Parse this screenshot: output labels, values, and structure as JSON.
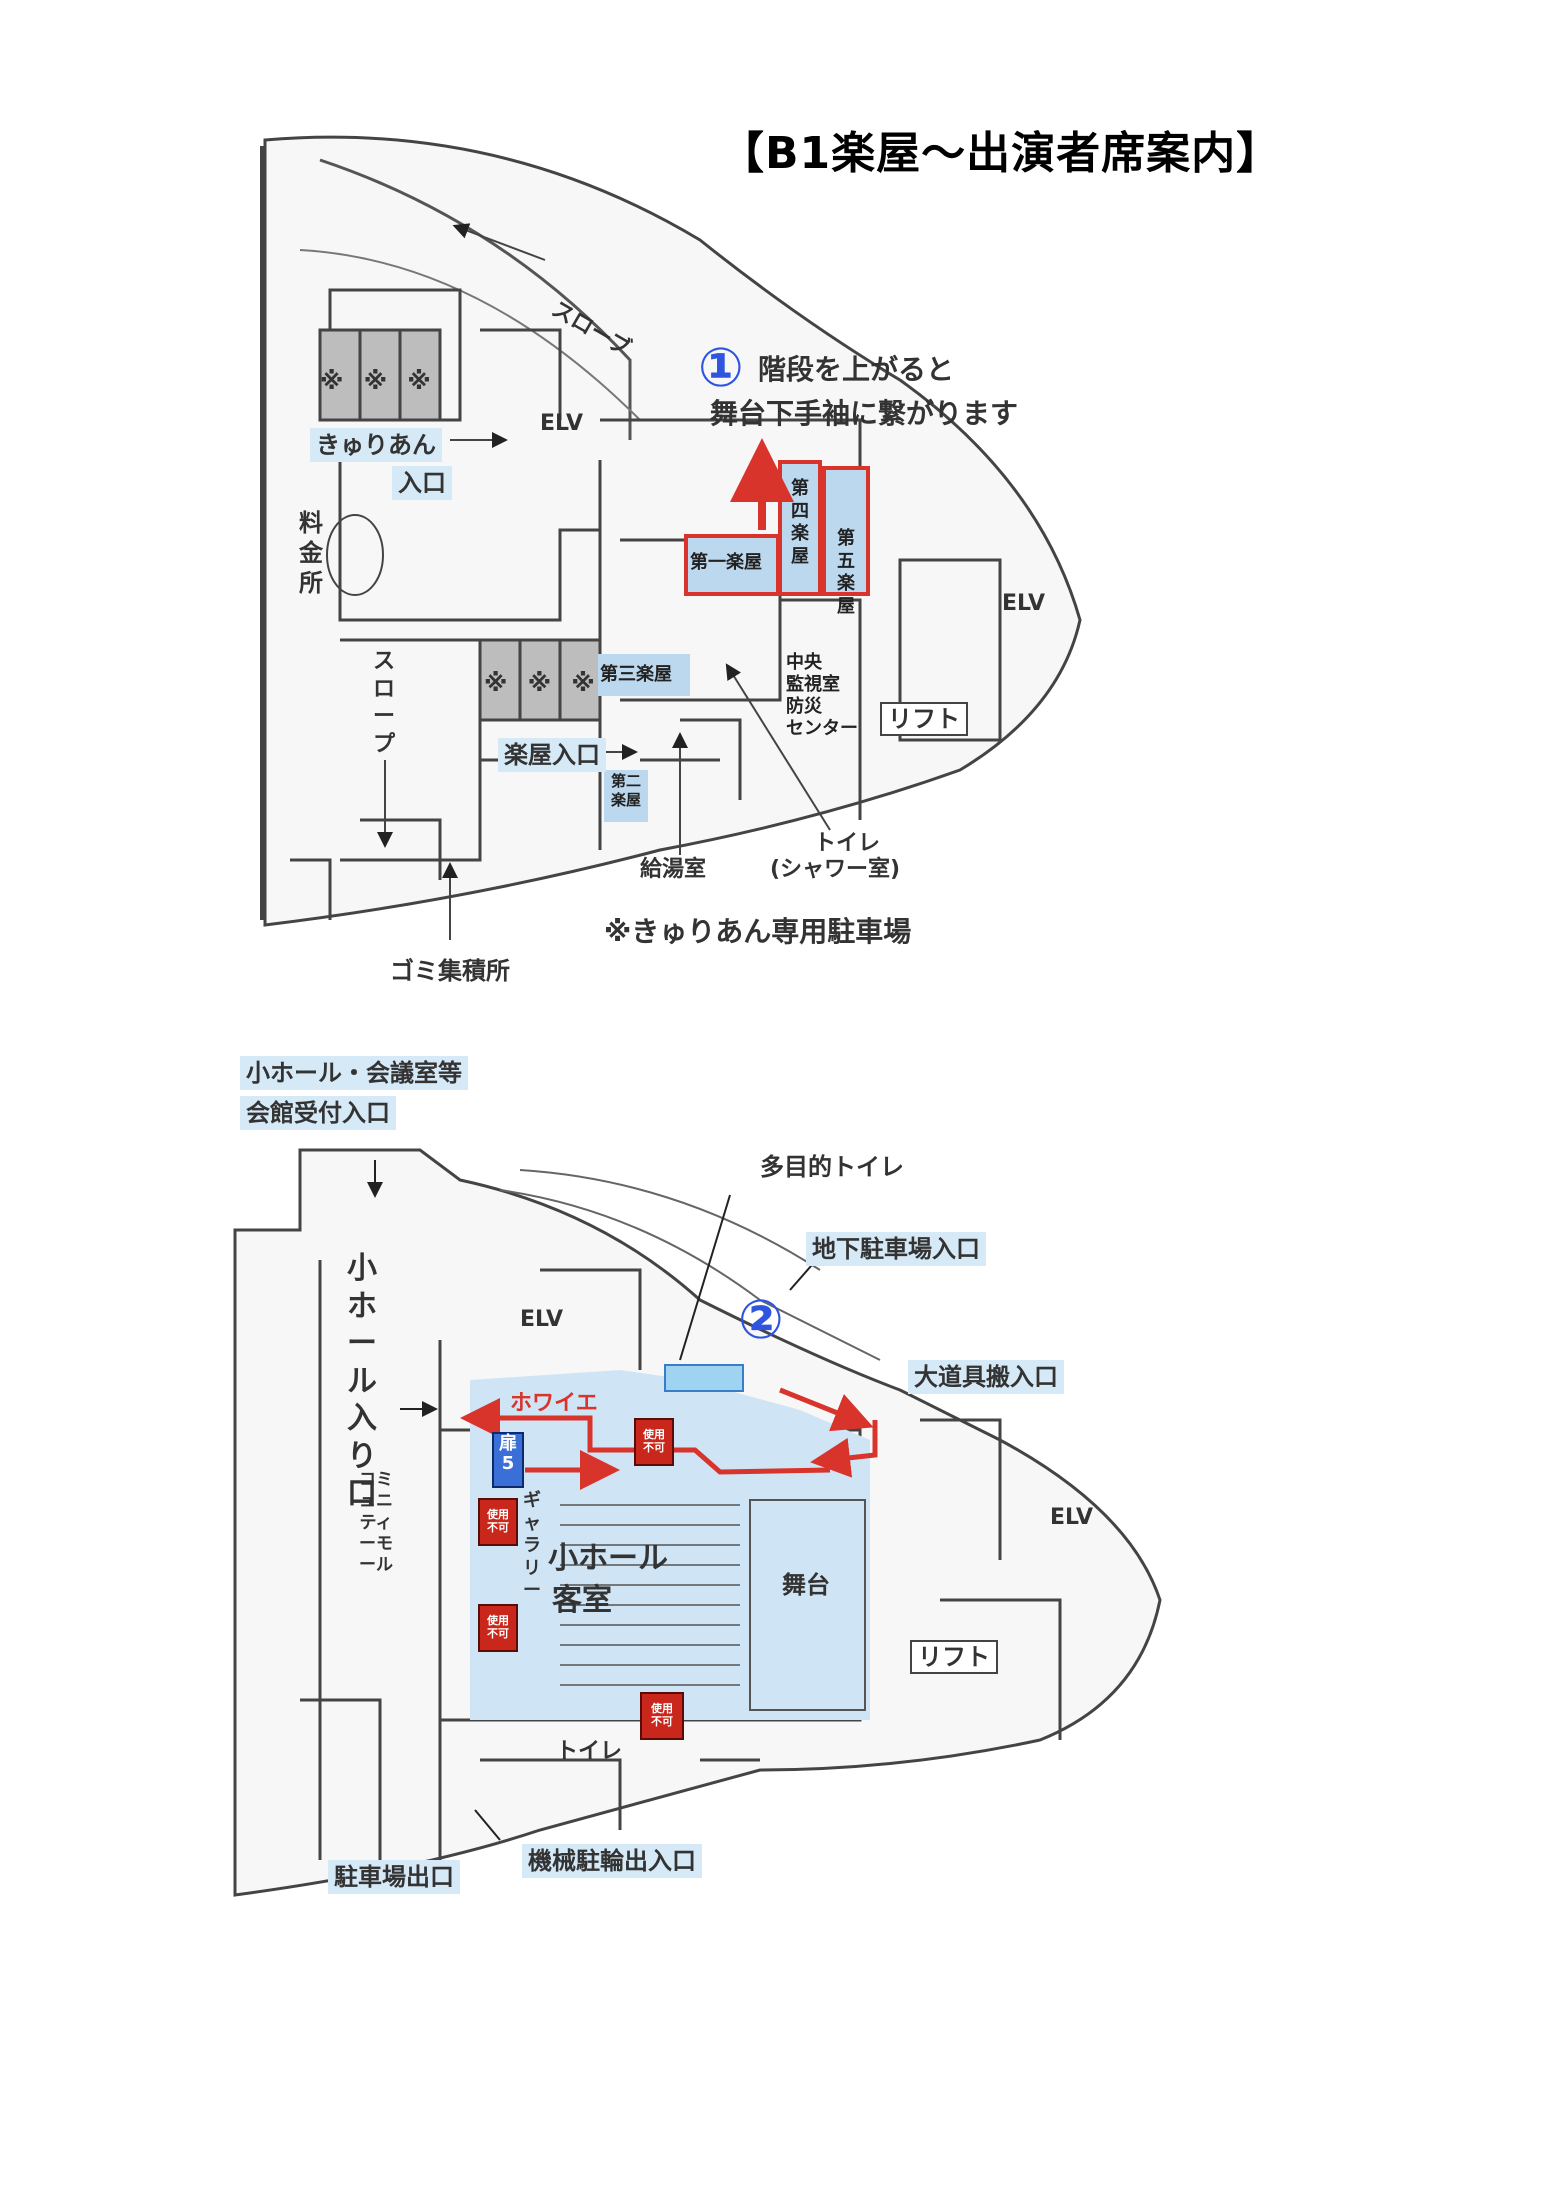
{
  "title": "【B1楽屋〜出演者席案内】",
  "top_map": {
    "step_number": "①",
    "step_line1": "階段を上がると",
    "step_line2": "舞台下手袖に繋がります",
    "slope_label": "スローブ",
    "slope_label_2": "スロープ",
    "elv_label": "ELV",
    "elv_label_2": "ELV",
    "kyurian_entrance_line1": "きゅりあん",
    "kyurian_entrance_line2": "入口",
    "toll_booth": "料金所",
    "dressing_room_1": "第一楽屋",
    "dressing_room_2": "第二楽屋",
    "dressing_room_3": "第三楽屋",
    "dressing_room_4": "第四楽屋",
    "dressing_room_5": "第五楽屋",
    "dressing_entrance": "楽屋入口",
    "central_monitor_line1": "中央",
    "central_monitor_line2": "監視室",
    "central_monitor_line3": "防災",
    "central_monitor_line4": "センター",
    "lift": "リフト",
    "hot_water_room": "給湯室",
    "toilet_line1": "トイレ",
    "toilet_line2": "(シャワー室)",
    "garbage": "ゴミ集積所",
    "parking_marks": "※ ※ ※",
    "parking_note": "※きゅりあん専用駐車場"
  },
  "bottom_map": {
    "step_number": "②",
    "reception_line1": "小ホール・会議室等",
    "reception_line2": "会館受付入口",
    "accessible_toilet": "多目的トイレ",
    "underground_parking": "地下駐車場入口",
    "large_props_entrance": "大道具搬入口",
    "small_hall_entrance": "小ホール入り口",
    "elv_label": "ELV",
    "elv_label_2": "ELV",
    "foyer": "ホワイエ",
    "community_mall": "コミュニティーモール",
    "gallery": "ギャラリー",
    "hall_seats_line1": "小ホール",
    "hall_seats_line2": "客室",
    "stage": "舞台",
    "lift": "リフト",
    "toilet": "トイレ",
    "parking_exit": "駐車場出口",
    "bike_entrance": "機械駐輪出入口",
    "door_badge": "扉\n5",
    "unavailable": "使用\n不可"
  }
}
